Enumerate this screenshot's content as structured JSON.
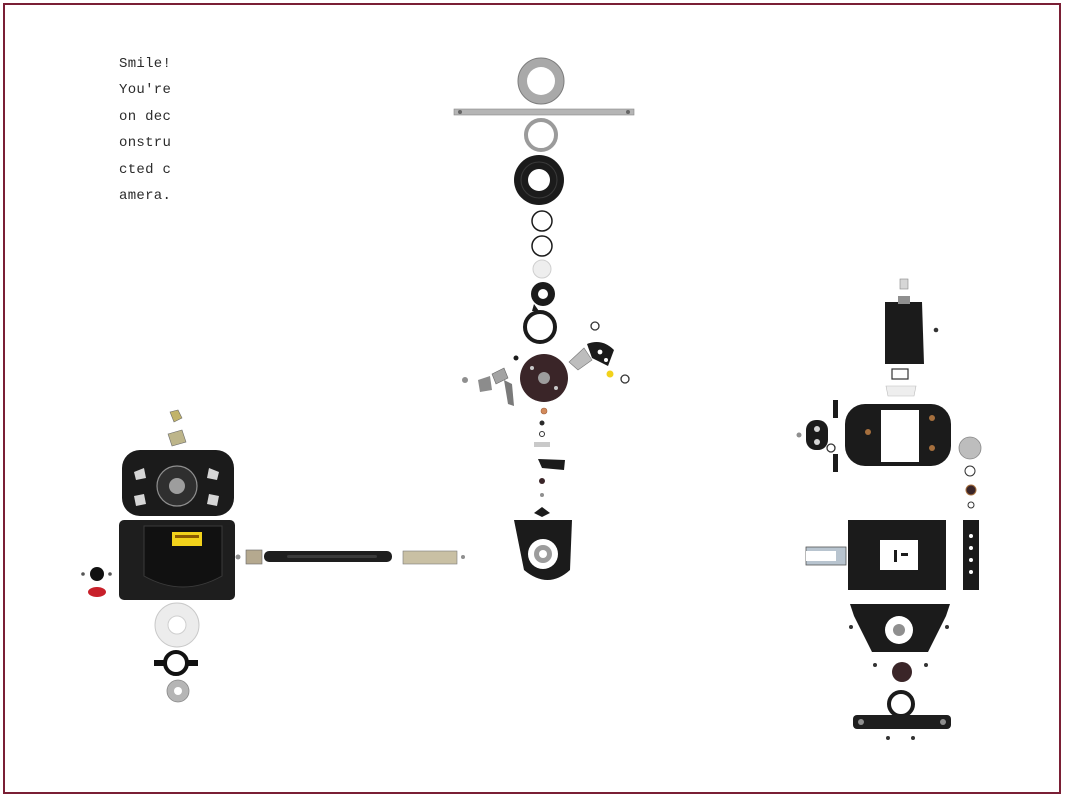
{
  "poem": {
    "lines": [
      "Smile!",
      "You're",
      "on dec",
      "onstru",
      "cted c",
      "amera."
    ]
  },
  "colors": {
    "frame": "#7a1f35",
    "background": "#ffffff",
    "part_black": "#1b1b1b",
    "part_metal": "#a9a9a9",
    "accent_yellow": "#f2d21b",
    "accent_red": "#c8202a"
  },
  "artwork": {
    "subject": "exploded camera parts",
    "assemblies": [
      "lens-assembly",
      "body-assembly",
      "back-assembly",
      "shutter-assembly"
    ]
  }
}
